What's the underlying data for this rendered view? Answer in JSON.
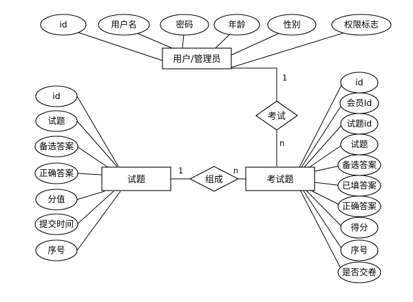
{
  "entities": {
    "user": "用户/管理员",
    "question": "试题",
    "exam_question": "考试题"
  },
  "relationships": {
    "exam": "考试",
    "compose": "组成"
  },
  "cardinalities": {
    "user_exam": "1",
    "exam_examq": "n",
    "question_compose": "1",
    "compose_examq": "n"
  },
  "user_attributes": [
    "id",
    "用户名",
    "密码",
    "年龄",
    "性别",
    "权限标志"
  ],
  "question_attributes": [
    "id",
    "试题",
    "备选答案",
    "正确答案",
    "分值",
    "提交时间",
    "序号"
  ],
  "exam_question_attributes": [
    "id",
    "会员Id",
    "试题id",
    "试题",
    "备选答案",
    "已填答案",
    "正确答案",
    "得分",
    "序号",
    "是否交卷"
  ]
}
